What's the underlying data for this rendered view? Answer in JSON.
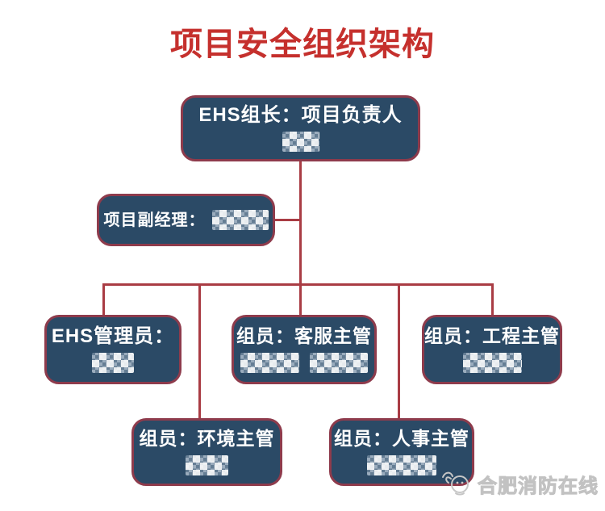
{
  "title": "项目安全组织架构",
  "diagram": {
    "type": "org-chart",
    "nodes": {
      "leader": {
        "label": "EHS组长：项目负责人",
        "name_redacted": true
      },
      "deputy": {
        "label": "项目副经理：",
        "name_redacted": true
      },
      "ehs_admin": {
        "label": "EHS管理员：",
        "name_redacted": true
      },
      "customer": {
        "label": "组员：客服主管",
        "name_redacted": true,
        "redacted_name_count": 2
      },
      "engineering": {
        "label": "组员：工程主管",
        "name_redacted": true
      },
      "environment": {
        "label": "组员：环境主管",
        "name_redacted": true
      },
      "hr": {
        "label": "组员：人事主管",
        "name_redacted": true
      }
    },
    "edges": [
      {
        "from": "leader",
        "to": "deputy"
      },
      {
        "from": "leader",
        "to": "ehs_admin"
      },
      {
        "from": "leader",
        "to": "customer"
      },
      {
        "from": "leader",
        "to": "engineering"
      },
      {
        "from": "leader",
        "to": "environment"
      },
      {
        "from": "leader",
        "to": "hr"
      }
    ]
  },
  "watermark": {
    "icon": "mascot-logo-icon",
    "text": "合肥消防在线"
  },
  "colors": {
    "background": "#FFFFFF",
    "title_text": "#C5302D",
    "node_fill": "#2B4A66",
    "node_border": "#8E3B4C",
    "node_text": "#FFFFFF",
    "connector": "#A93C44",
    "watermark_text": "#C2C2C2"
  }
}
